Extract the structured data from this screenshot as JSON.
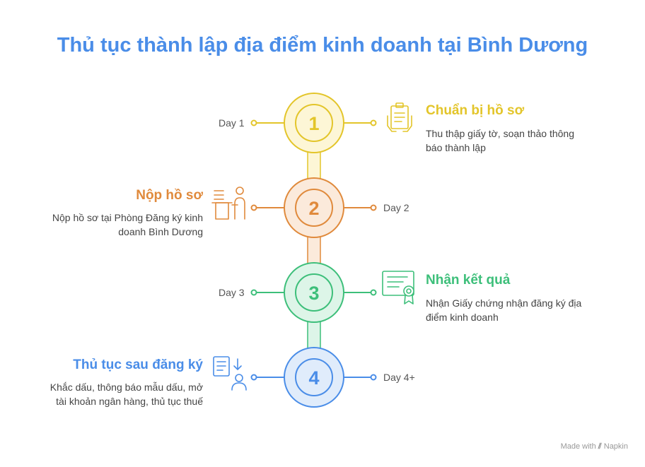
{
  "title": "Thủ tục thành lập địa điểm kinh doanh tại Bình Dương",
  "steps": [
    {
      "num": "1",
      "day": "Day 1",
      "heading": "Chuẩn bị hồ sơ",
      "desc_lines": [
        "Thu thập giấy tờ, soạn thảo thông",
        "báo thành lập"
      ],
      "color": "#e3c52a",
      "fill": "#fdf6d6",
      "icon": "document-hands-icon"
    },
    {
      "num": "2",
      "day": "Day 2",
      "heading": "Nộp hồ sơ",
      "desc_lines": [
        "Nộp hồ sơ tại Phòng Đăng ký kinh",
        "doanh Bình Dương"
      ],
      "color": "#e08a3c",
      "fill": "#fbeadb",
      "icon": "person-desk-icon"
    },
    {
      "num": "3",
      "day": "Day 3",
      "heading": "Nhận kết quả",
      "desc_lines": [
        "Nhận Giấy chứng nhận đăng ký địa",
        "điểm kinh doanh"
      ],
      "color": "#3dbf7a",
      "fill": "#ddf5e8",
      "icon": "certificate-icon"
    },
    {
      "num": "4",
      "day": "Day 4+",
      "heading": "Thủ tục sau đăng ký",
      "desc_lines": [
        "Khắc dấu, thông báo mẫu dấu, mở",
        "tài khoản ngân hàng, thủ tục thuế"
      ],
      "color": "#4a8de8",
      "fill": "#e0ecfb",
      "icon": "checklist-person-icon"
    }
  ],
  "footer": {
    "made_with": "Made with",
    "brand": "Napkin"
  }
}
